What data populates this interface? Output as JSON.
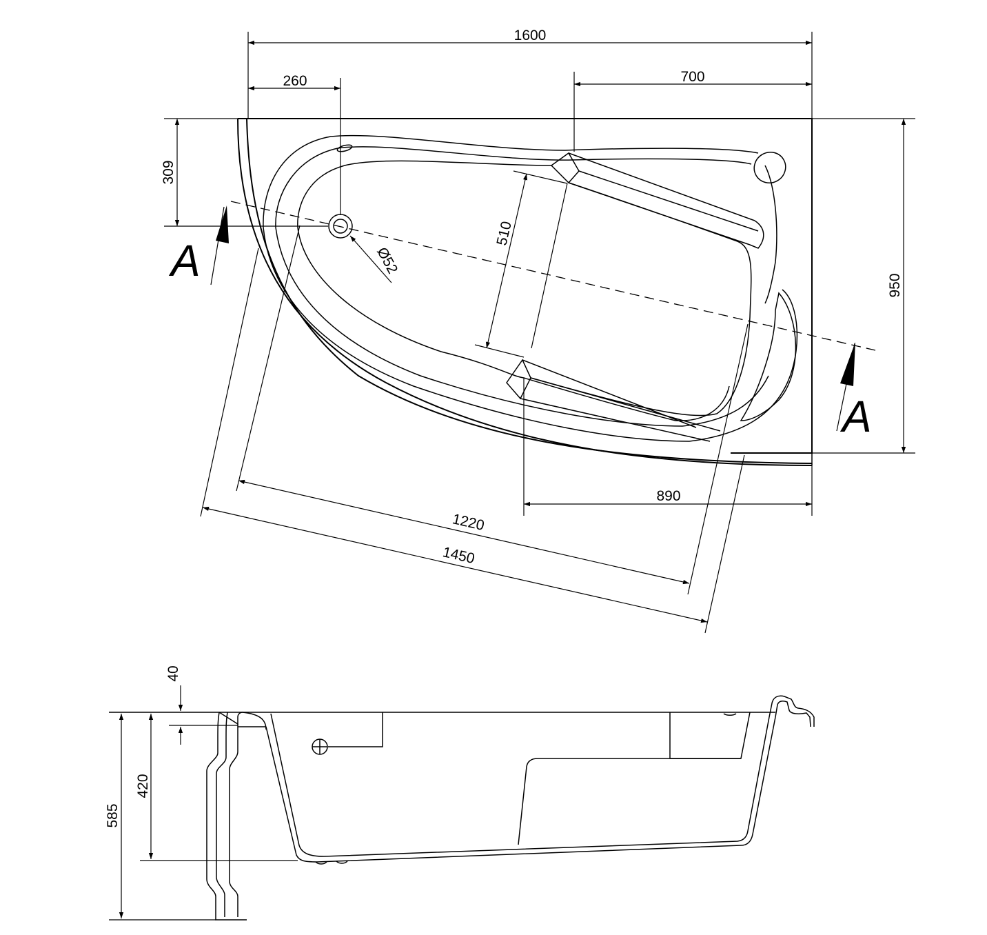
{
  "dimensions": {
    "overall_length": "1600",
    "drain_offset": "260",
    "seat_length": "700",
    "drain_from_back": "309",
    "overall_width": "950",
    "inner_width": "510",
    "drain_diameter": "Ø52",
    "front_straight": "890",
    "inner_length": "1220",
    "outer_length": "1450",
    "rim_thickness": "40",
    "inner_depth": "420",
    "total_height": "585"
  },
  "section_marks": {
    "left": "A",
    "right": "A"
  },
  "colors": {
    "line": "#000000",
    "background": "#ffffff"
  }
}
